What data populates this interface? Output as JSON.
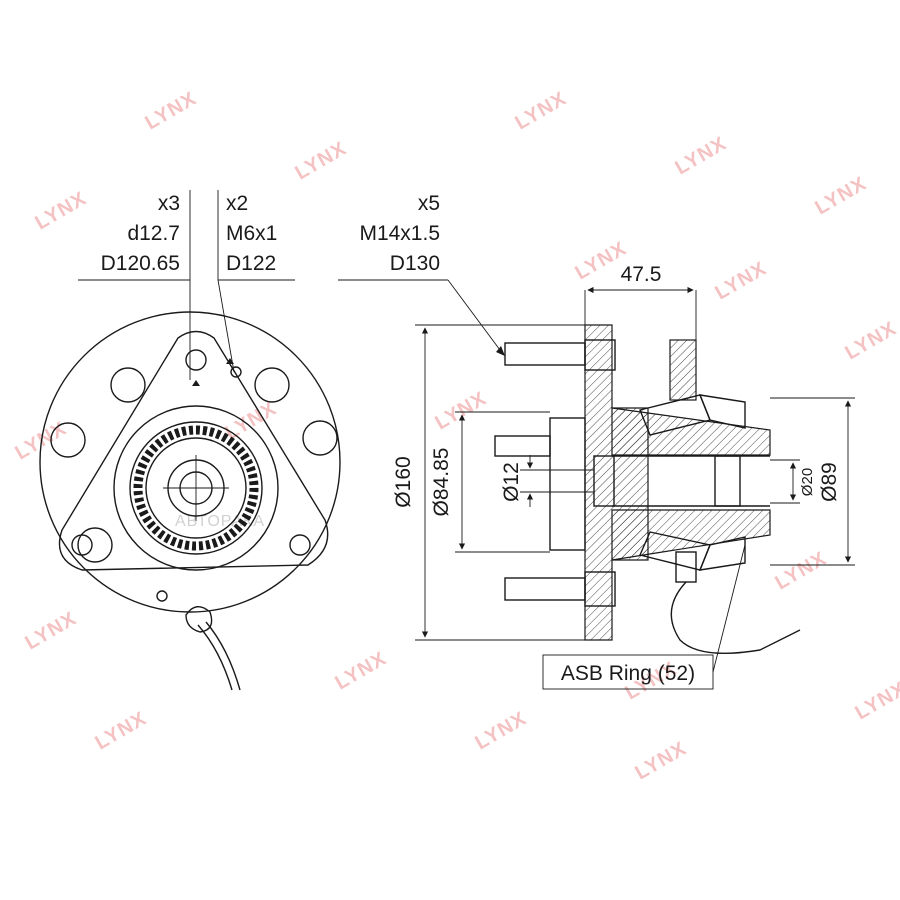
{
  "watermark": {
    "brand": "LYNX",
    "overlay_text": "АВТОРАКА",
    "color": "#f3b7b7"
  },
  "callouts": {
    "holes": {
      "count": "x3",
      "diameter": "d12.7",
      "pitch": "D120.65"
    },
    "threaded": {
      "count": "x2",
      "thread": "M6x1",
      "pitch": "D122"
    },
    "studs": {
      "count": "x5",
      "thread": "M14x1.5",
      "pitch": "D130"
    }
  },
  "dimensions": {
    "width": "47.5",
    "outer_diameter": "Ø160",
    "pilot_diameter": "Ø84.85",
    "bore_diameter": "Ø12",
    "inner_diameter": "Ø20",
    "bearing_diameter": "Ø89"
  },
  "annotations": {
    "asb_ring": "ASB Ring (52)"
  }
}
